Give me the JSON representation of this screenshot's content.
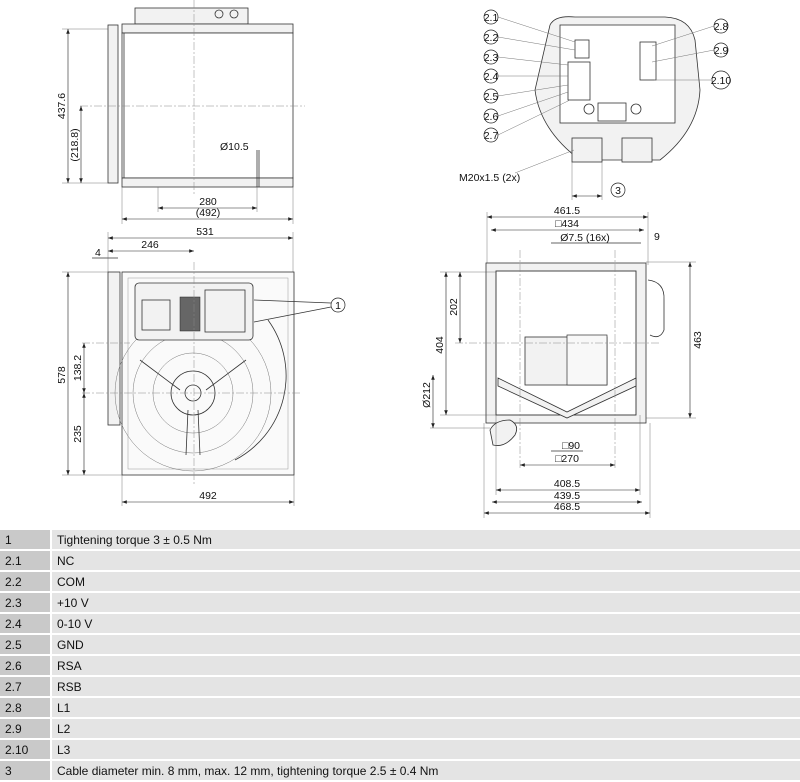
{
  "drawing": {
    "side_view": {
      "height": "437.6",
      "half_height": "(218.8)",
      "hole": "Ø10.5",
      "hole_spacing": "280",
      "width": "(492)"
    },
    "front_view": {
      "overall": "531",
      "offset": "246",
      "flange": "4",
      "height": "578",
      "axis_upper": "138.2",
      "axis_lower": "235",
      "width": "492",
      "callout": "1"
    },
    "terminal_box": {
      "callouts_left": [
        "2.1",
        "2.2",
        "2.3",
        "2.4",
        "2.5",
        "2.6",
        "2.7"
      ],
      "callouts_right": [
        "2.8",
        "2.9",
        "2.10"
      ],
      "gland": "M20x1.5 (2x)",
      "callout_cable": "3"
    },
    "rear_view": {
      "overall": "461.5",
      "square": "□434",
      "holes": "Ø7.5 (16x)",
      "edge": "9",
      "upper": "202",
      "inlet_height": "404",
      "inlet_dia": "Ø212",
      "height": "463",
      "sq90": "□90",
      "sq270": "□270",
      "w1": "408.5",
      "w2": "439.5",
      "w3": "468.5"
    }
  },
  "legend": [
    {
      "key": "1",
      "value": "Tightening torque 3 ± 0.5 Nm"
    },
    {
      "key": "2.1",
      "value": "NC"
    },
    {
      "key": "2.2",
      "value": "COM"
    },
    {
      "key": "2.3",
      "value": "+10 V"
    },
    {
      "key": "2.4",
      "value": "0-10 V"
    },
    {
      "key": "2.5",
      "value": "GND"
    },
    {
      "key": "2.6",
      "value": "RSA"
    },
    {
      "key": "2.7",
      "value": "RSB"
    },
    {
      "key": "2.8",
      "value": "L1"
    },
    {
      "key": "2.9",
      "value": "L2"
    },
    {
      "key": "2.10",
      "value": "L3"
    },
    {
      "key": "3",
      "value": "Cable diameter min. 8 mm, max. 12 mm, tightening torque 2.5 ± 0.4 Nm"
    }
  ]
}
